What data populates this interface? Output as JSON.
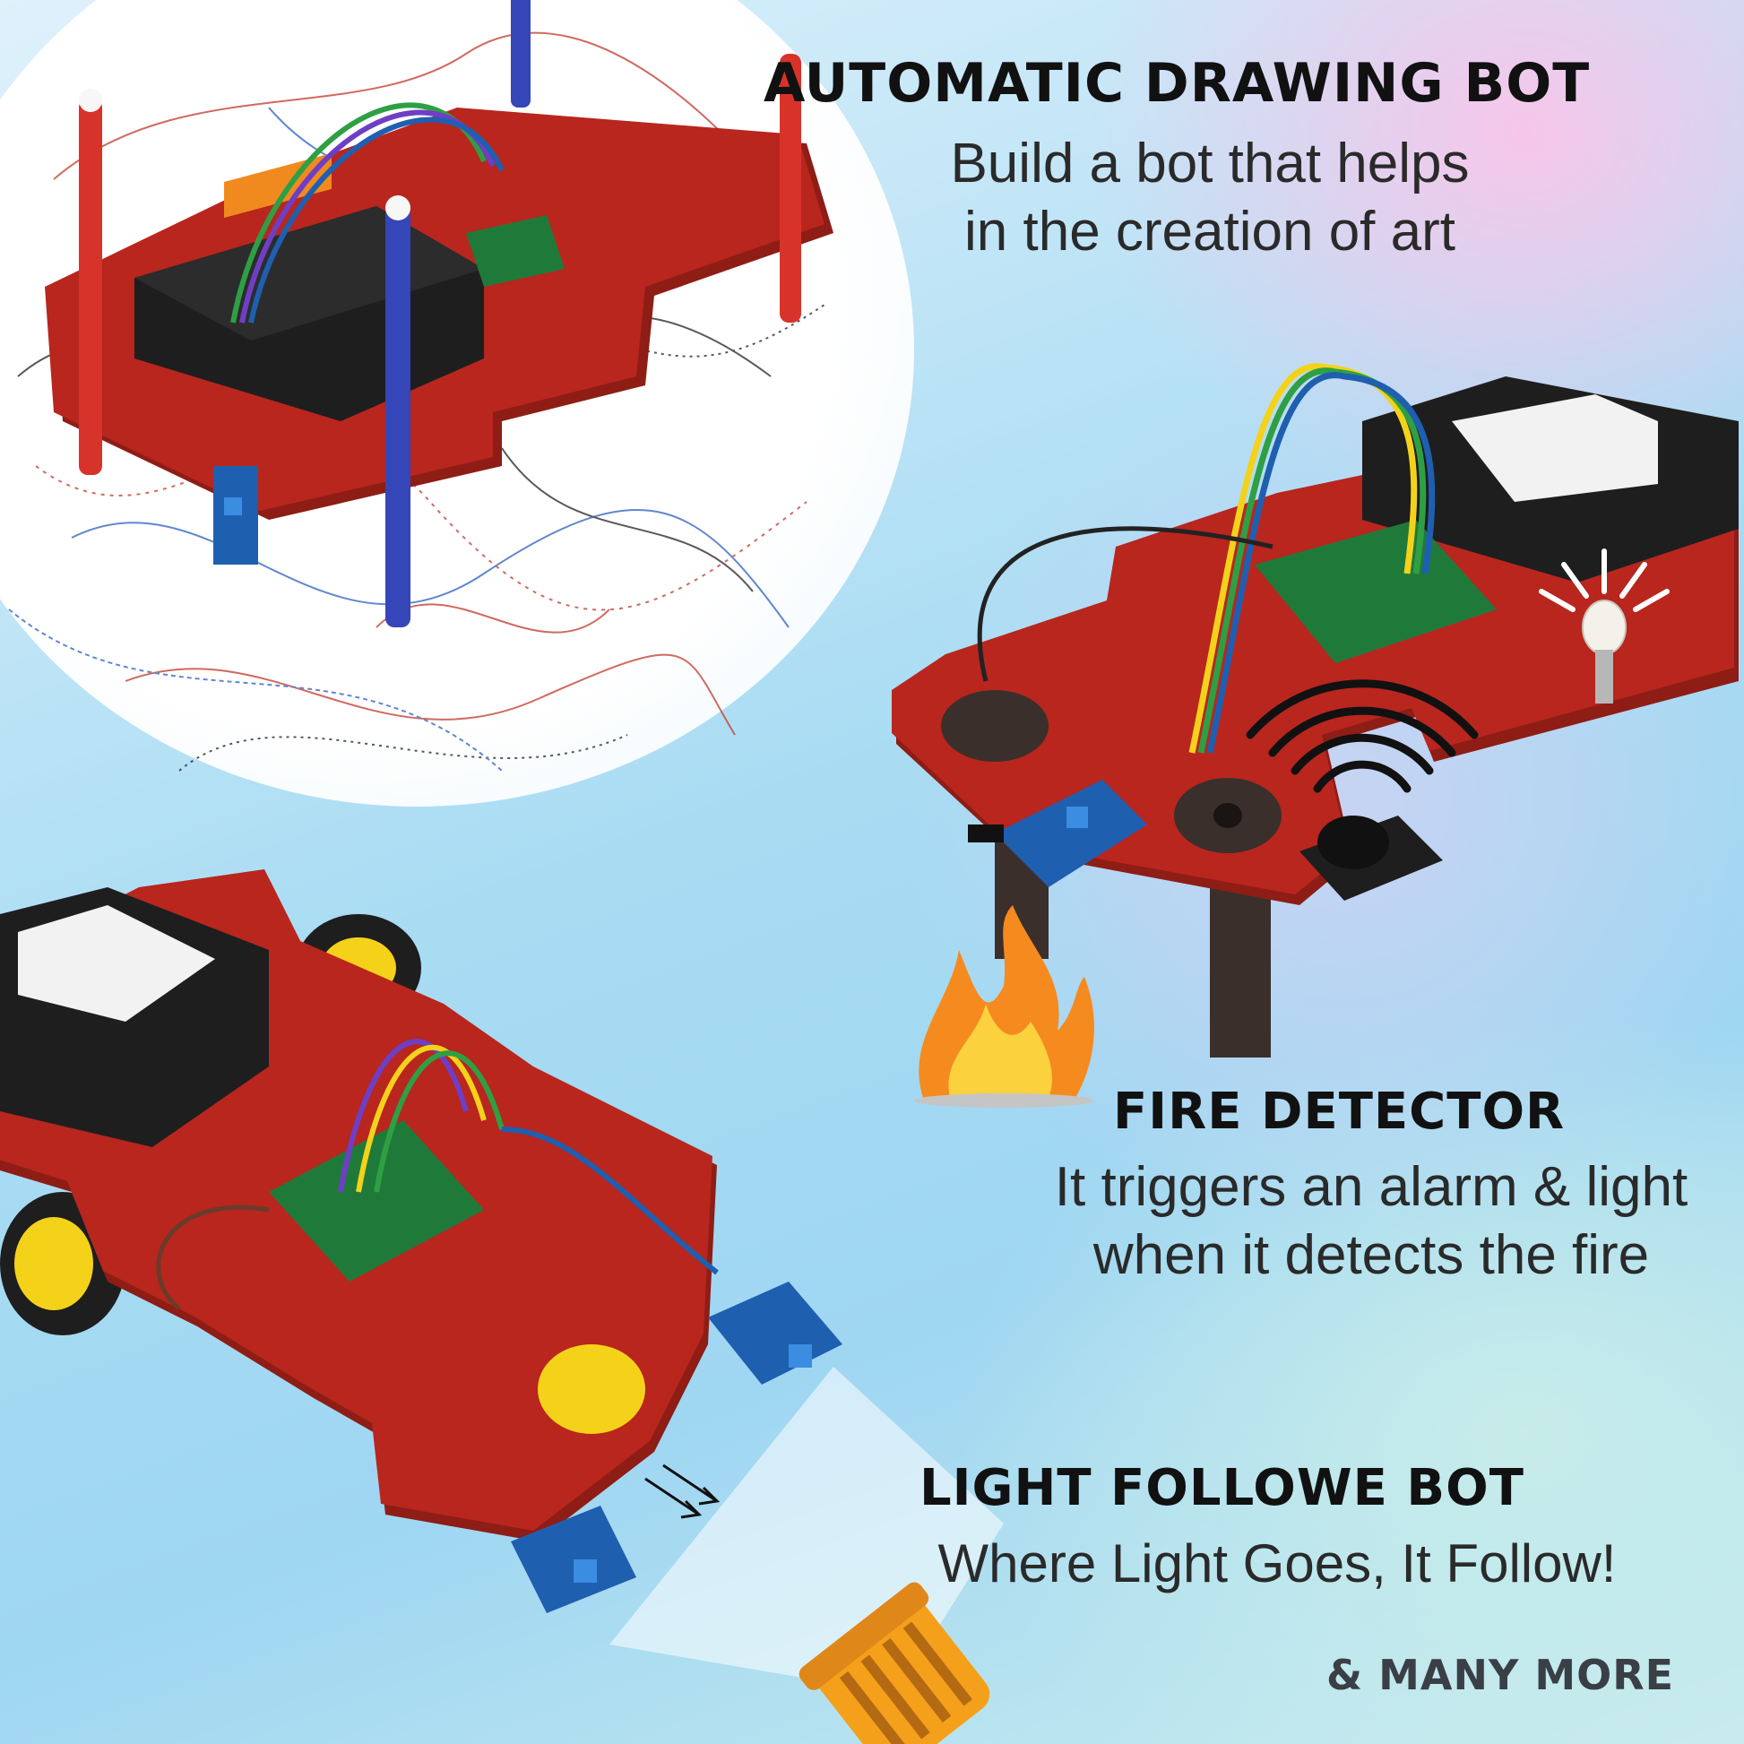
{
  "sections": [
    {
      "title": "AUTOMATIC DRAWING BOT",
      "desc_lines": [
        "Build a bot that helps",
        "in the creation of art"
      ]
    },
    {
      "title": "FIRE DETECTOR",
      "desc_lines": [
        "It triggers an alarm & light",
        "when it detects the fire"
      ]
    },
    {
      "title": "LIGHT FOLLOWE BOT",
      "desc_lines": [
        "Where Light Goes, It Follow!"
      ]
    }
  ],
  "footer": {
    "text": "& MANY MORE"
  },
  "colors": {
    "board_red": "#b8261e",
    "board_dark": "#7a1510",
    "battery_black": "#1e1e1e",
    "pcb_green": "#1f7a3a",
    "sensor_blue": "#1f5fb0",
    "wheel_yellow": "#f5d21a",
    "flame_orange": "#f58a1f",
    "pen_red": "#d8332b",
    "pen_blue": "#3546b8"
  },
  "icons": [
    "flame-icon",
    "sound-wave-icon",
    "flashlight-icon",
    "led-light-icon"
  ]
}
